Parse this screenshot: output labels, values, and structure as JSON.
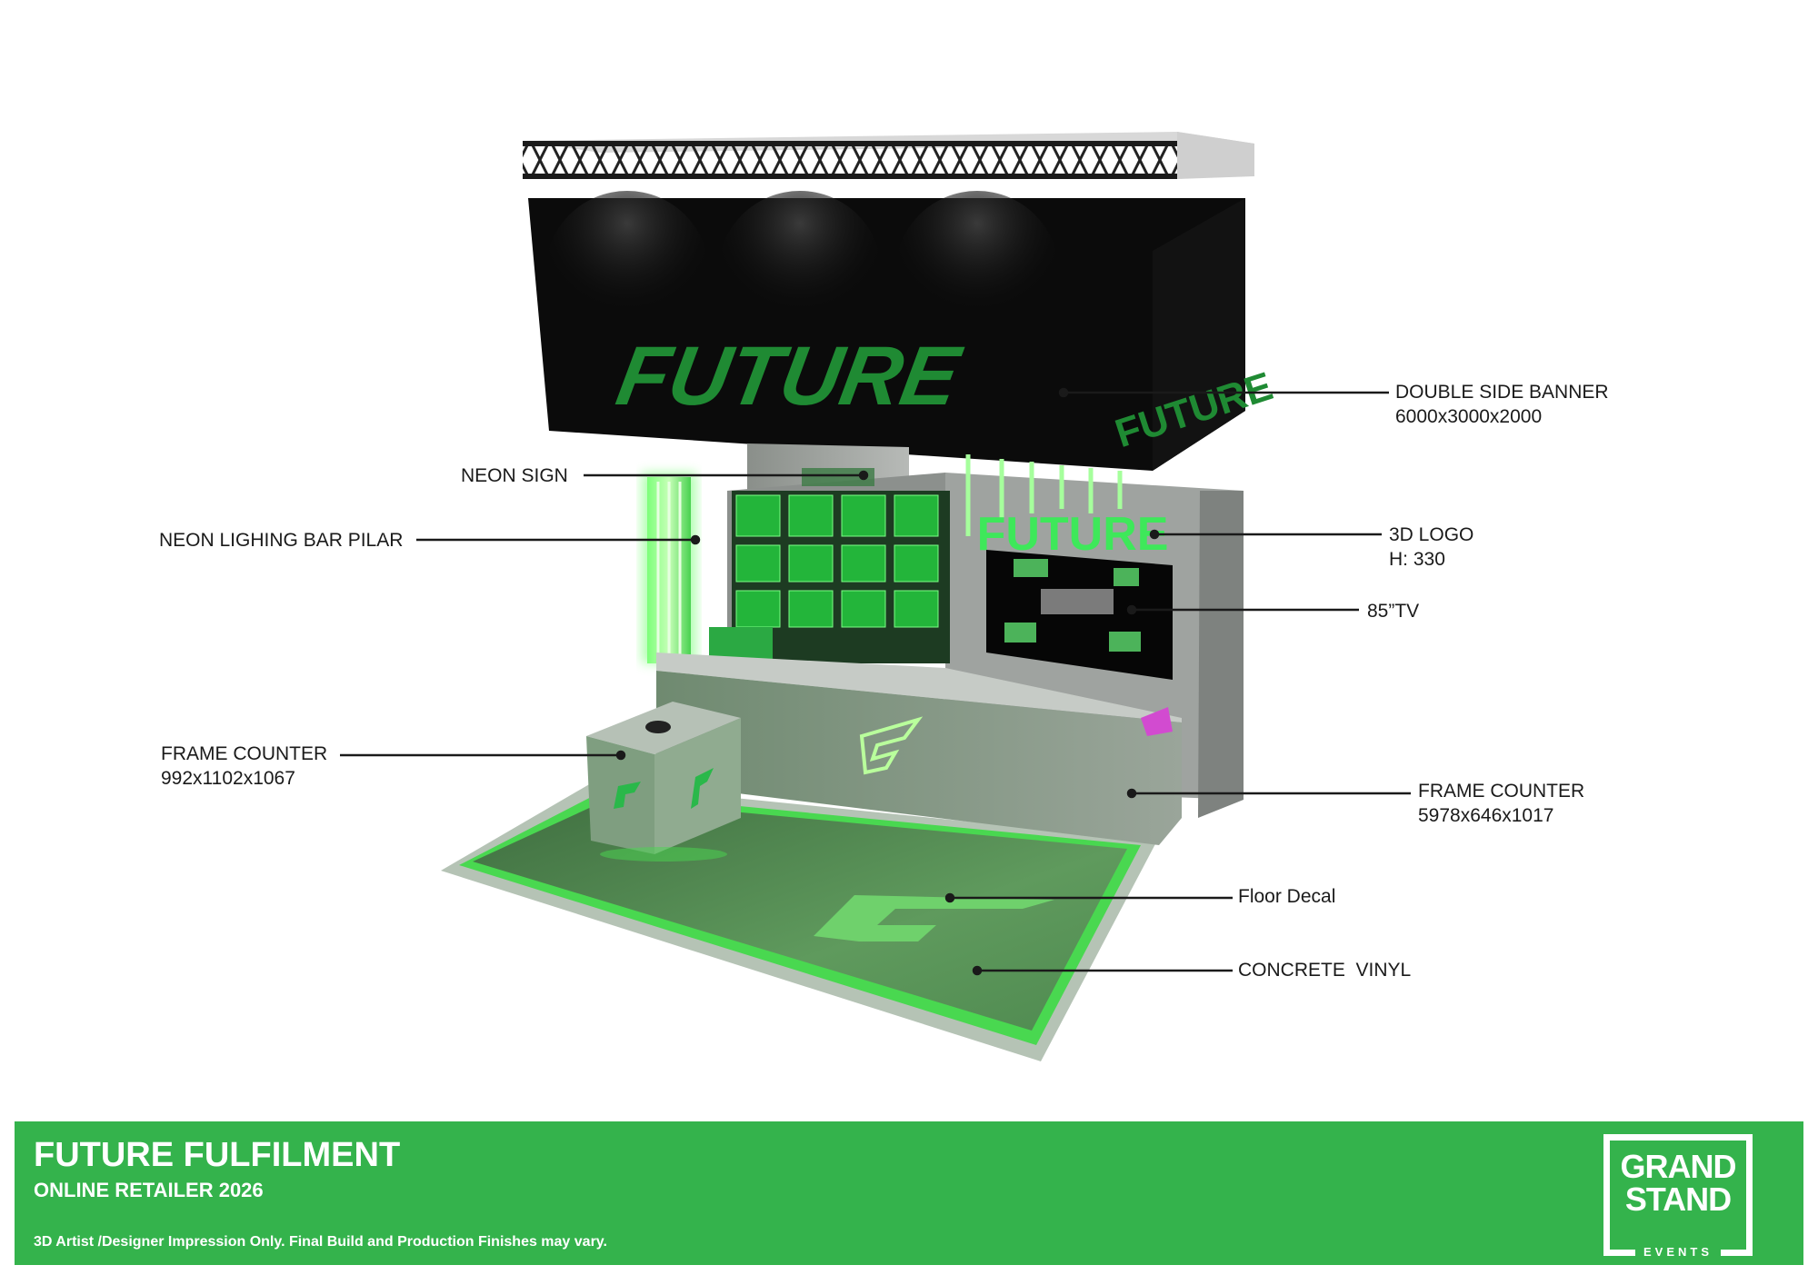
{
  "render": {
    "banner_logo": "FUTURE",
    "wall_logo": "FUTURE",
    "brand_color": "#34b34c",
    "neon_color": "#5cff6e"
  },
  "callouts": [
    {
      "id": "double-side-banner",
      "lines": [
        "DOUBLE SIDE BANNER",
        "6000x3000x2000"
      ]
    },
    {
      "id": "neon-sign",
      "lines": [
        "NEON SIGN"
      ]
    },
    {
      "id": "neon-bar-pilar",
      "lines": [
        "NEON LIGHING BAR PILAR"
      ]
    },
    {
      "id": "3d-logo",
      "lines": [
        "3D LOGO",
        "H: 330"
      ]
    },
    {
      "id": "tv",
      "lines": [
        "85”TV"
      ]
    },
    {
      "id": "frame-counter-small",
      "lines": [
        "FRAME COUNTER",
        "992x1102x1067"
      ]
    },
    {
      "id": "frame-counter-large",
      "lines": [
        "FRAME COUNTER",
        "5978x646x1017"
      ]
    },
    {
      "id": "floor-decal",
      "lines": [
        "Floor Decal"
      ]
    },
    {
      "id": "concrete-vinyl",
      "lines": [
        "CONCRETE  VINYL"
      ]
    }
  ],
  "footer": {
    "title": "FUTURE FULFILMENT",
    "subtitle": "ONLINE RETAILER 2026",
    "note": "3D Artist /Designer Impression Only. Final Build and Production Finishes may vary.",
    "brand": {
      "line1": "GRAND",
      "line2": "STAND",
      "line3": "EVENTS"
    }
  }
}
